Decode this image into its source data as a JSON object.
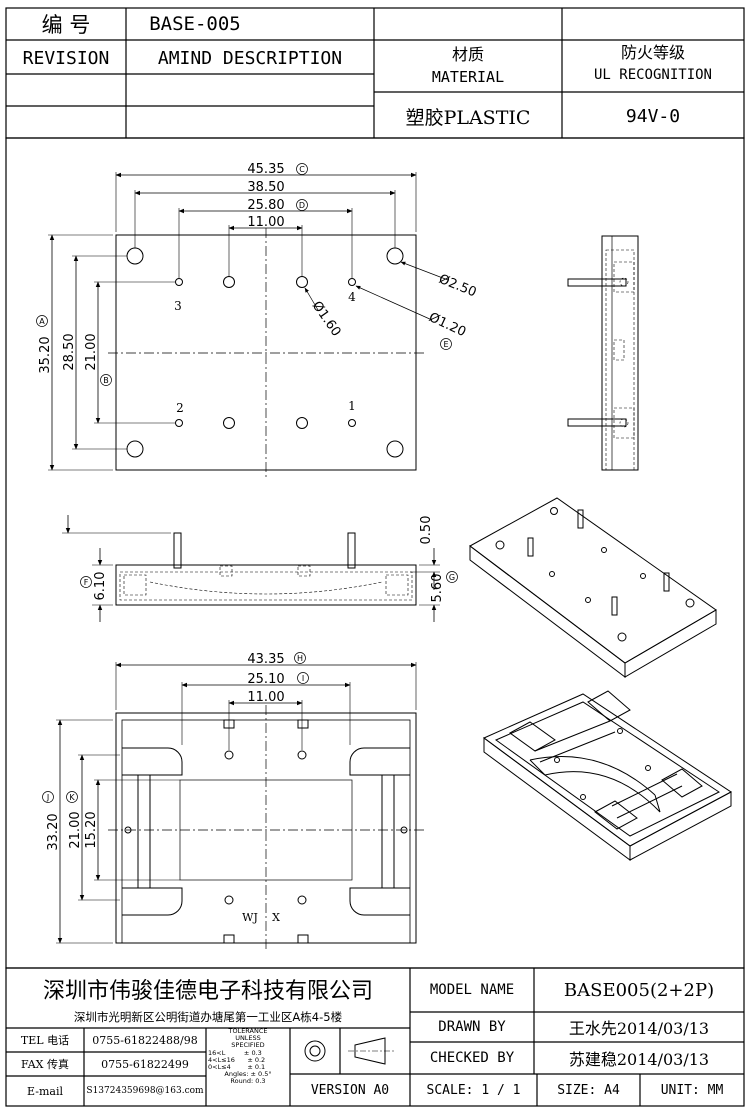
{
  "header": {
    "code_label": "编  号",
    "code_value": "BASE-005",
    "revision_label": "REVISION",
    "description_label": "AMIND DESCRIPTION",
    "material_cn": "材质",
    "material_en": "MATERIAL",
    "material_value": "塑胶PLASTIC",
    "ul_cn": "防火等级",
    "ul_en": "UL RECOGNITION",
    "ul_value": "94V-0"
  },
  "dimensions": {
    "c": "45.35",
    "c_tag": "C",
    "b1": "38.50",
    "d": "25.80",
    "d_tag": "D",
    "e": "11.00",
    "a": "35.20",
    "a_tag": "A",
    "b": "28.50",
    "b2": "21.00",
    "b_tag": "B",
    "hole_250": "Ø2.50",
    "hole_160": "Ø1.60",
    "hole_120": "Ø1.20",
    "e_tag": "E",
    "pin3": "3",
    "pin4": "4",
    "pin2": "2",
    "pin1": "1",
    "side_f": "6.10",
    "f_tag": "F",
    "side_050": "0.50",
    "side_g": "5.60",
    "g_tag": "G",
    "h": "43.35",
    "h_tag": "H",
    "i": "25.10",
    "i_tag": "I",
    "bottom_11": "11.00",
    "j": "33.20",
    "j_tag": "J",
    "k2": "21.00",
    "k_tag": "K",
    "k3": "15.20",
    "wj_mark": "WJ",
    "x_mark": "X"
  },
  "title_block": {
    "company": "深圳市伟骏佳德电子科技有限公司",
    "address": "深圳市光明新区公明街道办塘尾第一工业区A栋4-5楼",
    "model_label": "MODEL NAME",
    "model_value": "BASE005(2+2P)",
    "drawn_label": "DRAWN BY",
    "drawn_value": "王水先2014/03/13",
    "checked_label": "CHECKED BY",
    "checked_value": "苏建稳2014/03/13",
    "tel_label": "TEL 电话",
    "tel_value": "0755-61822488/98",
    "fax_label": "FAX 传真",
    "fax_value": "0755-61822499",
    "email_label": "E-mail",
    "email_value": "S13724359698@163.com",
    "tolerance_title": "TOLERANCE",
    "tolerance_unless": "UNLESS",
    "tolerance_specified": "SPECIFIED",
    "tol_row1": "16<L         ± 0.3",
    "tol_row2": "4<L≤16      ± 0.2",
    "tol_row3": "0<L≤4        ± 0.1",
    "tol_angles": "Angles: ± 0.5°",
    "tol_round": "Round: 0.3",
    "version": "VERSION A0",
    "scale": "SCALE:  1 / 1",
    "size": "SIZE:  A4",
    "unit": "UNIT:  MM"
  }
}
